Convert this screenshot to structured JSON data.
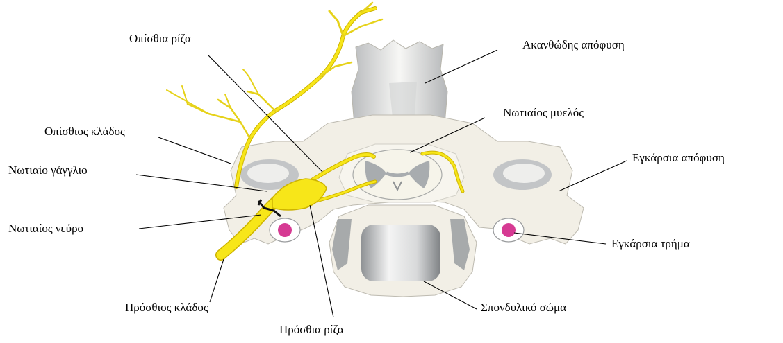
{
  "labels": {
    "posterior_root": "Οπίσθια ρίζα",
    "spinous_process": "Ακανθώδης απόφυση",
    "spinal_cord": "Νωτιαίος μυελός",
    "posterior_branch": "Οπίσθιος κλάδος",
    "spinal_ganglion": "Νωτιαίο γάγγλιο",
    "transverse_process": "Εγκάρσια απόφυση",
    "spinal_nerve": "Νωτιαίος νεύρο",
    "transverse_foramen": "Εγκάρσια τρήμα",
    "anterior_branch": "Πρόσθιος κλάδος",
    "vertebral_body": "Σπονδυλικό σώμα",
    "anterior_root": "Πρόσθια ρίζα"
  },
  "colors": {
    "bone": "#f2efe6",
    "bone_shade": "#c9cbcd",
    "nerve": "#f7e619",
    "nerve_outline": "#cdb300",
    "foramen": "#d63a93",
    "leader": "#000000"
  }
}
